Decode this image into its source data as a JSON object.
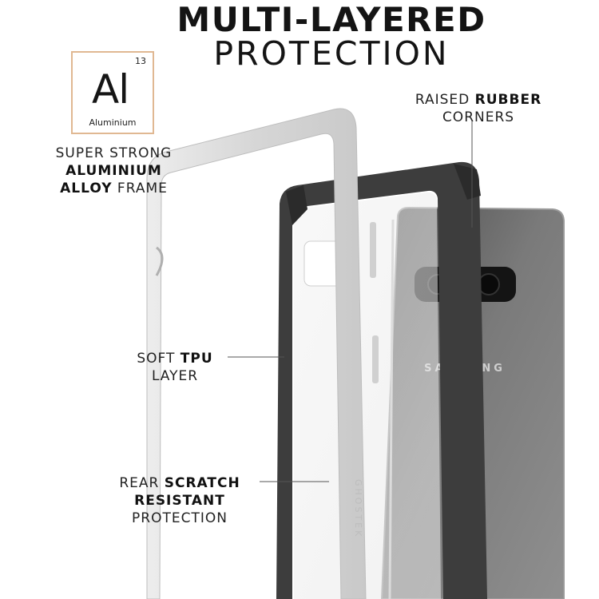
{
  "headline": {
    "line1": "MULTI-LAYERED",
    "line2": "PROTECTION"
  },
  "element_tile": {
    "atomic_number": "13",
    "symbol": "Al",
    "name": "Aluminium"
  },
  "callouts": {
    "aluminium": {
      "line1": "SUPER STRONG",
      "line2": "ALUMINIUM",
      "line3_bold": "ALLOY",
      "line3_rest": " FRAME"
    },
    "rubber": {
      "line1_plain": "RAISED ",
      "line1_bold": "RUBBER",
      "line2": "CORNERS"
    },
    "tpu": {
      "line1_plain": "SOFT ",
      "line1_bold": "TPU",
      "line2": "LAYER"
    },
    "scratch": {
      "line1_plain": "REAR ",
      "line1_bold": "SCRATCH",
      "line2": "RESISTANT",
      "line3": "PROTECTION"
    }
  },
  "phone": {
    "brand": "SAMSUNG",
    "frame_engraving": "GHOSTEK"
  },
  "colors": {
    "tile_border": "#e0b892",
    "silver_frame": "#e3e3e3",
    "dark_bumper": "#3b3b3b",
    "phone_body": "#6a6a6a"
  }
}
